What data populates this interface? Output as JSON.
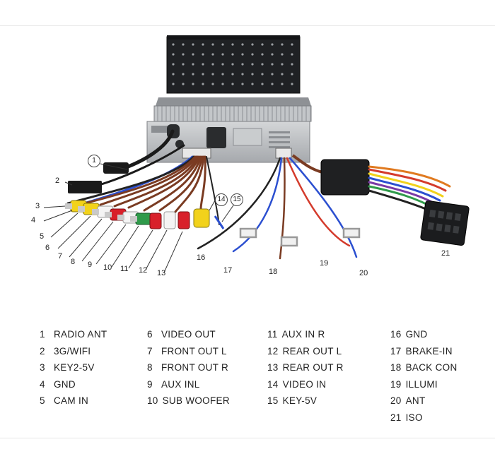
{
  "callouts": [
    {
      "id": "1",
      "circled": true
    },
    {
      "id": "2",
      "circled": false
    },
    {
      "id": "3",
      "circled": false
    },
    {
      "id": "4",
      "circled": false
    },
    {
      "id": "5",
      "circled": false
    },
    {
      "id": "6",
      "circled": false
    },
    {
      "id": "7",
      "circled": false
    },
    {
      "id": "8",
      "circled": false
    },
    {
      "id": "9",
      "circled": false
    },
    {
      "id": "10",
      "circled": false
    },
    {
      "id": "11",
      "circled": false
    },
    {
      "id": "12",
      "circled": false
    },
    {
      "id": "13",
      "circled": false
    },
    {
      "id": "14",
      "circled": true
    },
    {
      "id": "15",
      "circled": true
    },
    {
      "id": "16",
      "circled": false
    },
    {
      "id": "17",
      "circled": false
    },
    {
      "id": "18",
      "circled": false
    },
    {
      "id": "19",
      "circled": false
    },
    {
      "id": "20",
      "circled": false
    },
    {
      "id": "21",
      "circled": false
    }
  ],
  "legend": {
    "columns": [
      [
        {
          "num": "1",
          "label": "RADIO ANT"
        },
        {
          "num": "2",
          "label": "3G/WIFI"
        },
        {
          "num": "3",
          "label": "KEY2-5V"
        },
        {
          "num": "4",
          "label": "GND"
        },
        {
          "num": "5",
          "label": "CAM IN"
        }
      ],
      [
        {
          "num": "6",
          "label": "VIDEO OUT"
        },
        {
          "num": "7",
          "label": "FRONT OUT L"
        },
        {
          "num": "8",
          "label": "FRONT OUT R"
        },
        {
          "num": "9",
          "label": "AUX INL"
        },
        {
          "num": "10",
          "label": "SUB WOOFER"
        }
      ],
      [
        {
          "num": "11",
          "label": "AUX IN R"
        },
        {
          "num": "12",
          "label": "REAR OUT L"
        },
        {
          "num": "13",
          "label": "REAR OUT R"
        },
        {
          "num": "14",
          "label": "VIDEO IN"
        },
        {
          "num": "15",
          "label": "KEY-5V"
        }
      ],
      [
        {
          "num": "16",
          "label": "GND"
        },
        {
          "num": "17",
          "label": "BRAKE-IN"
        },
        {
          "num": "18",
          "label": "BACK CON"
        },
        {
          "num": "19",
          "label": "ILLUMI"
        },
        {
          "num": "20",
          "label": "ANT"
        },
        {
          "num": "21",
          "label": "ISO"
        }
      ]
    ]
  },
  "colors": {
    "rca_yellow": "#f2d21b",
    "rca_red": "#d8202a",
    "rca_white": "#f4f4f4",
    "rca_green": "#2f9a4a",
    "wire_blue": "#2b4fd0",
    "wire_red": "#d43b2c",
    "wire_brown": "#7a3b22",
    "wire_purple": "#7b3aa6",
    "wire_orange": "#e07a20",
    "unit_metal": "#b9bcbf",
    "unit_dark": "#222426"
  }
}
